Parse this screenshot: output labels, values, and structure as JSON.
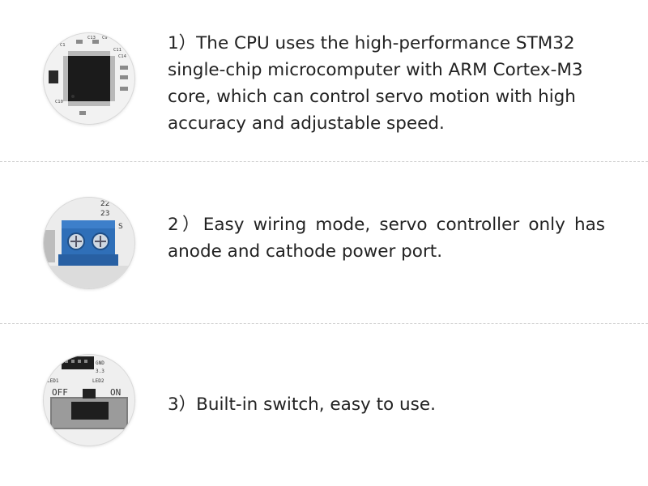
{
  "features": [
    {
      "text": "1）The CPU uses the high-performance STM32 single-chip microcomputer with ARM Cortex-M3 core, which can control servo motion with high accuracy and adjustable speed.",
      "icon": "cpu-chip-icon"
    },
    {
      "text": "2）Easy wiring mode, servo controller only has anode and cathode power port.",
      "icon": "power-terminal-icon"
    },
    {
      "text": "3）Built-in switch, easy to use.",
      "icon": "toggle-switch-icon"
    }
  ],
  "photo_labels": {
    "row1": [
      "C13",
      "C9",
      "C1",
      "C11",
      "C14",
      "C10"
    ],
    "row2": [
      "22",
      "23",
      "S"
    ],
    "row3": [
      "GND",
      "3.3",
      "LED1",
      "LED2",
      "OFF",
      "ON"
    ]
  },
  "colors": {
    "text": "#222222",
    "divider": "#cfcfcf",
    "terminal_blue": "#2f6fb8",
    "chip_black": "#1b1b1b"
  }
}
